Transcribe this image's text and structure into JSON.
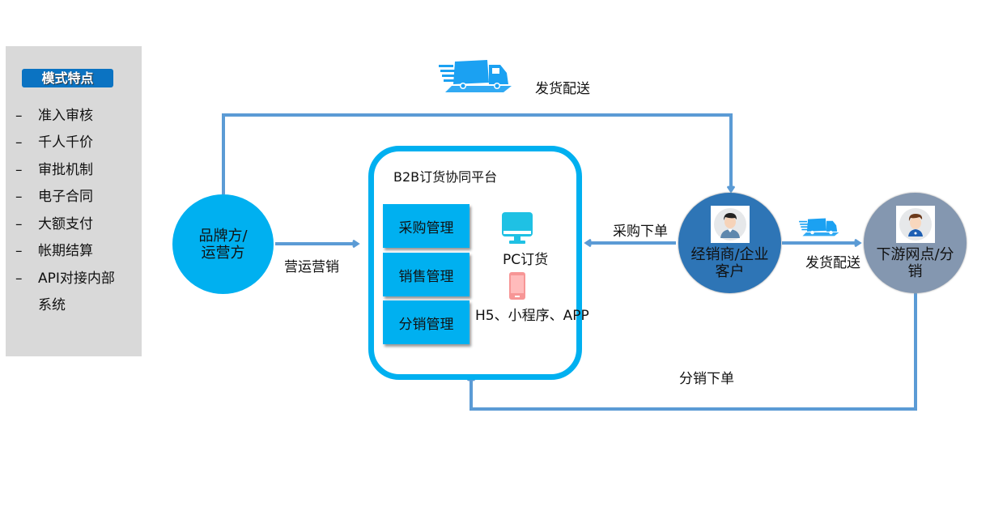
{
  "features_panel": {
    "title": "模式特点",
    "bullet": "–",
    "items": [
      "准入审核",
      "千人千价",
      "审批机制",
      "电子合同",
      "大额支付",
      "帐期结算",
      "API对接内部"
    ],
    "last_item_continuation": "系统"
  },
  "nodes": {
    "brand": {
      "line1": "品牌方/",
      "line2": "运营方"
    },
    "platform": {
      "title": "B2B订货协同平台",
      "modules": [
        "采购管理",
        "销售管理",
        "分销管理"
      ],
      "channels": [
        {
          "icon": "monitor-icon",
          "label": "PC订货"
        },
        {
          "icon": "smartphone-icon",
          "label": "H5、小程序、APP"
        }
      ]
    },
    "dealer": {
      "line1": "经销商/企业",
      "line2": "客户",
      "icon": "user-avatar-icon"
    },
    "downstream": {
      "line1": "下游网点/分",
      "line2": "销",
      "icon": "user-avatar-icon"
    }
  },
  "edges": {
    "top_delivery": "发货配送",
    "marketing": "营运营销",
    "purchase_order": "采购下单",
    "side_delivery": "发货配送",
    "distribution_order": "分销下单"
  },
  "colors": {
    "panel_bg": "#d9d9d9",
    "title_badge": "#0b73c2",
    "cyan": "#00b0f0",
    "dealer_blue": "#2e75b6",
    "downstream_gray_blue": "#8497b0",
    "arrow": "#5b9bd5",
    "truck": "#1ba1f2",
    "monitor": "#1fc1e4",
    "phone": "#f79696"
  }
}
